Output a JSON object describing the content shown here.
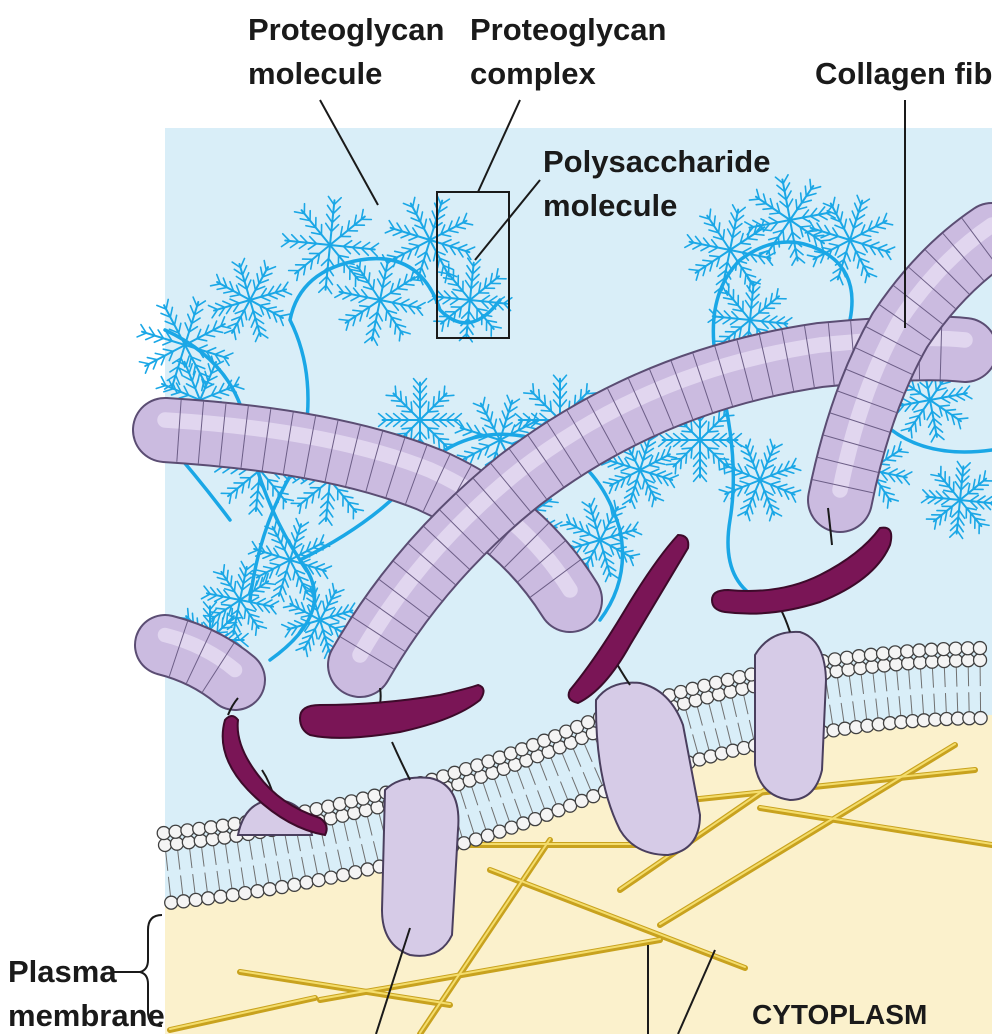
{
  "labels": {
    "proteoglycan_molecule": [
      "Proteoglycan",
      "molecule"
    ],
    "proteoglycan_complex": [
      "Proteoglycan",
      "complex"
    ],
    "polysaccharide_molecule": [
      "Polysaccharide",
      "molecule"
    ],
    "collagen_fiber": "Collagen fiber",
    "plasma_membrane": [
      "Plasma",
      "membrane"
    ],
    "cytoplasm": "CYTOPLASM"
  },
  "colors": {
    "extracellular_background": "#d9eef8",
    "cytoplasm_background": "#fbf1cc",
    "proteoglycan": "#1aa7e6",
    "collagen_fiber": "#cbbbe0",
    "fibronectin": "#7a1556",
    "integrin": "#d6cbe7",
    "microfilament": "#c8a21e",
    "phospholipid_head": "#f4f4f4"
  }
}
